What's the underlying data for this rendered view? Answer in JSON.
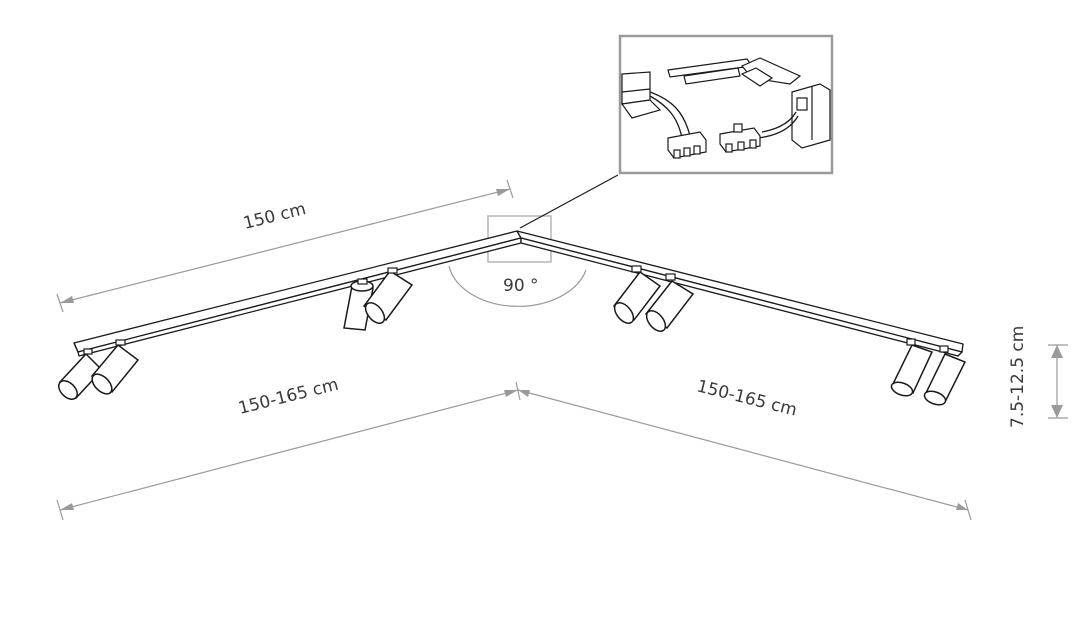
{
  "dimensions": {
    "rail_length": "150 cm",
    "left_span": "150-165 cm",
    "right_span": "150-165 cm",
    "angle": "90 °",
    "height": "7.5-12.5 cm"
  },
  "components": {
    "spotlight_count": 8,
    "inset": "connector-detail"
  }
}
